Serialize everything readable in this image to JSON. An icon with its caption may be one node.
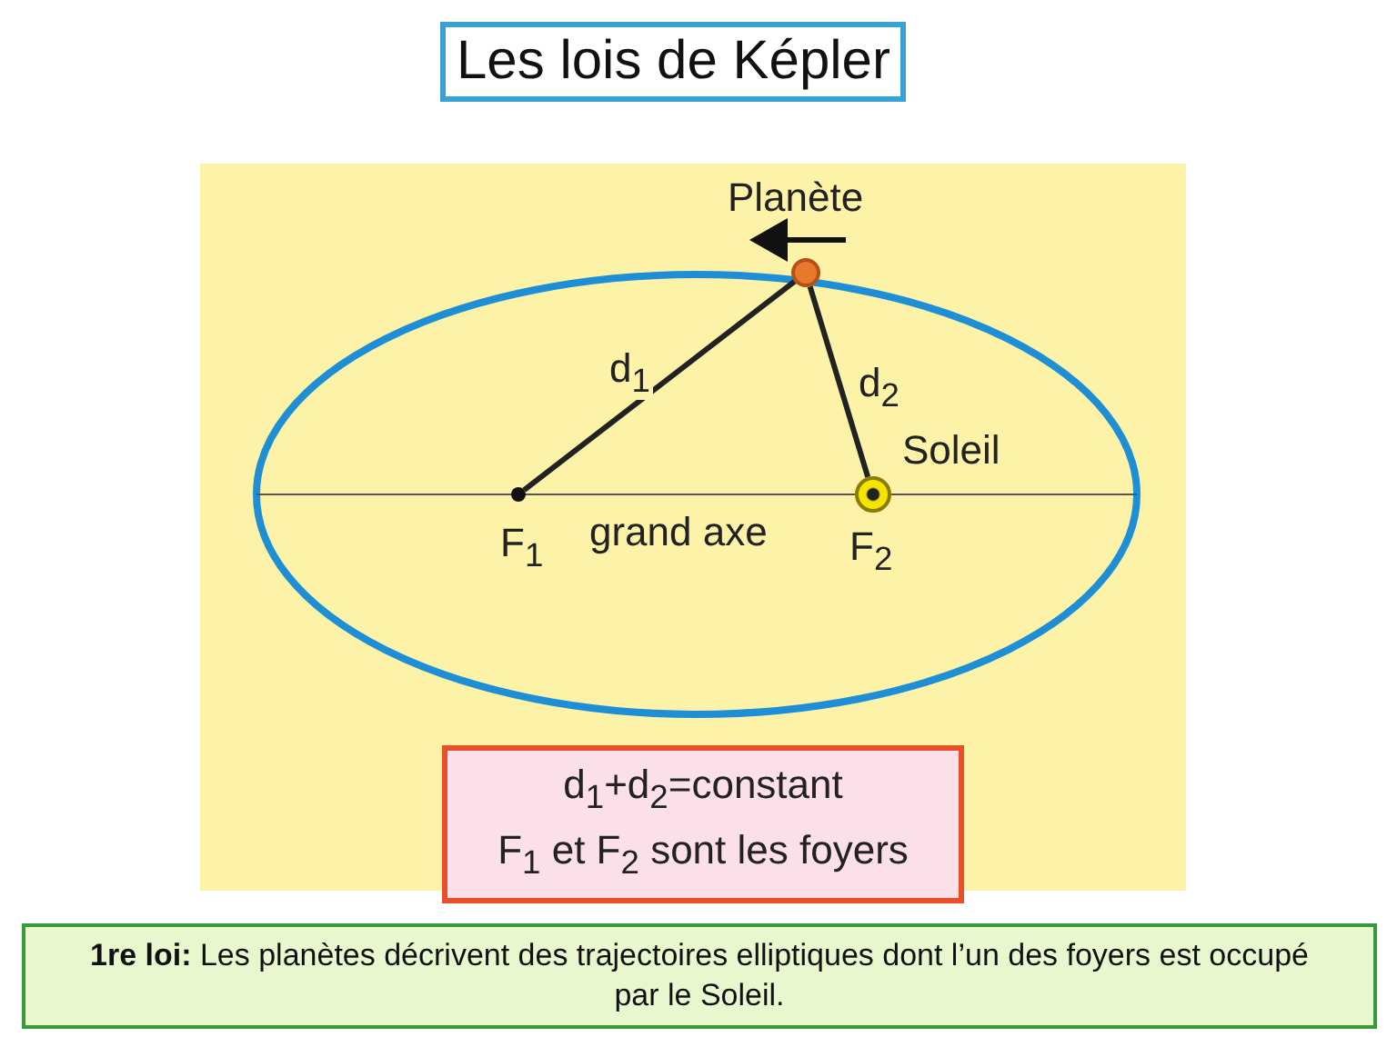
{
  "diagram": {
    "title": "Les lois de Képler",
    "nodes": [
      {
        "text": [],
        "shape": "circle",
        "beside": [
          "Planète"
        ]
      },
      {
        "text": [],
        "shape": "circle",
        "beside": [
          "F$_{1}$"
        ]
      },
      {
        "text": [],
        "shape": "circle",
        "beside": [
          "Soleil",
          "F$_{2}$"
        ]
      },
      {
        "text": [
          "d$_{1}$+d$_{2}$=constant",
          "F$_{1}$ et F$_{2}$ sont les foyers"
        ]
      },
      {
        "text": [
          "**1re loi:** Les planètes décrivent des trajectoires elliptiques dont l’un des foyers est occupé par le Soleil."
        ]
      }
    ],
    "edges": [
      {
        "from": 1,
        "to": 0,
        "arrow": "none",
        "label": "d$_{1}$"
      },
      {
        "from": 2,
        "to": 0,
        "arrow": "none",
        "label": "d$_{2}$"
      }
    ],
    "labels": [
      "grand axe"
    ]
  }
}
